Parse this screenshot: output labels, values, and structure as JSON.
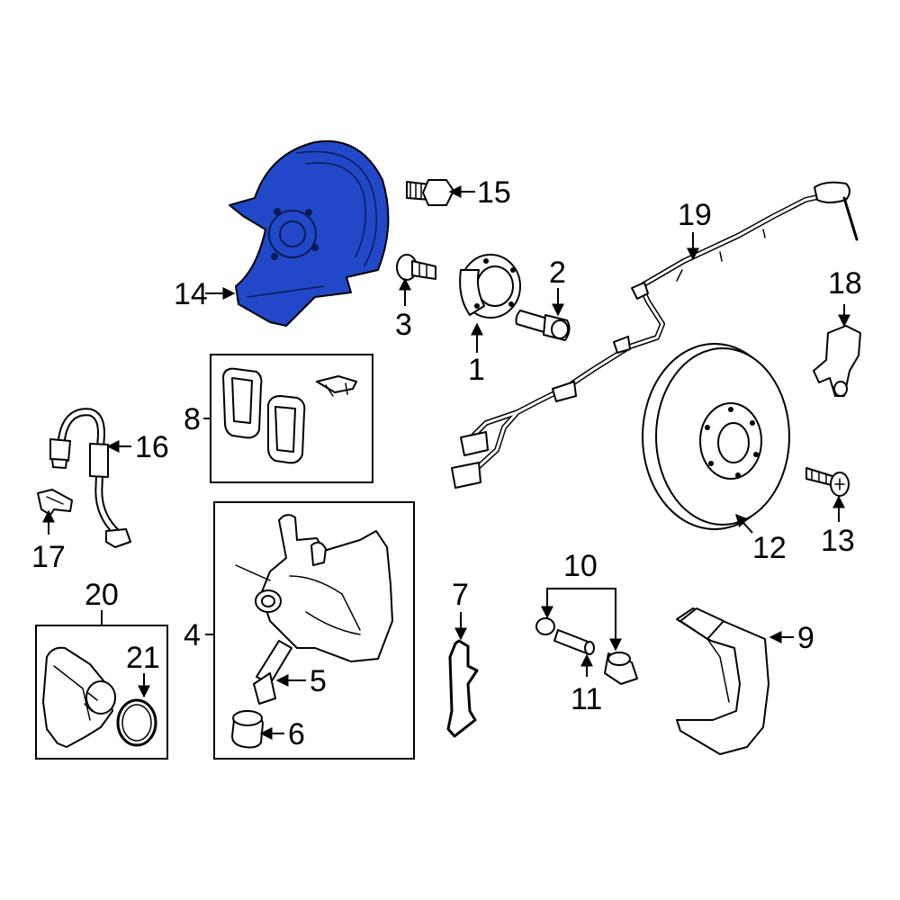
{
  "colors": {
    "highlight": "#2148c8",
    "line": "#000000",
    "background": "#ffffff"
  },
  "callouts": {
    "c1": "1",
    "c2": "2",
    "c3": "3",
    "c4": "4",
    "c5": "5",
    "c6": "6",
    "c7": "7",
    "c8": "8",
    "c9": "9",
    "c10": "10",
    "c11": "11",
    "c12": "12",
    "c13": "13",
    "c14": "14",
    "c15": "15",
    "c16": "16",
    "c17": "17",
    "c18": "18",
    "c19": "19",
    "c20": "20",
    "c21": "21"
  },
  "highlighted_part": "14"
}
